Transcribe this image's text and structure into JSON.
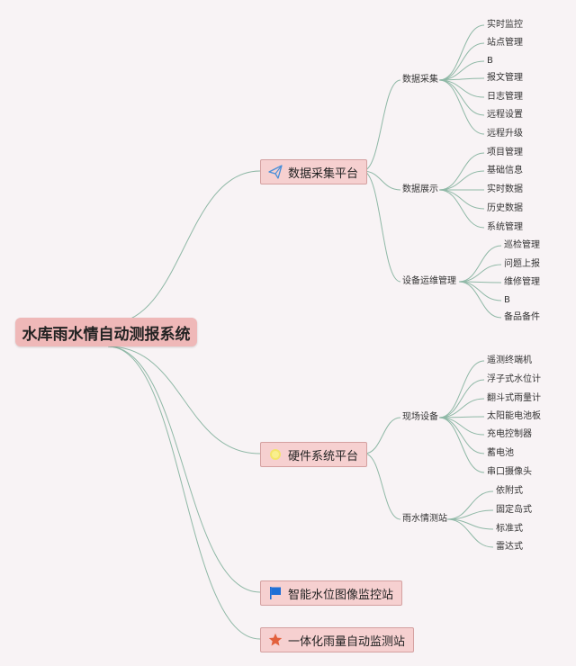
{
  "root": {
    "label": "水库雨水情自动测报系统"
  },
  "platforms": [
    {
      "label": "数据采集平台",
      "icon": "paper-plane-icon",
      "groups": [
        {
          "label": "数据采集",
          "items": [
            "实时监控",
            "站点管理",
            "B",
            "报文管理",
            "日志管理",
            "远程设置",
            "远程升级"
          ]
        },
        {
          "label": "数据展示",
          "items": [
            "项目管理",
            "基础信息",
            "实时数据",
            "历史数据",
            "系统管理"
          ]
        },
        {
          "label": "设备运维管理",
          "items": [
            "巡检管理",
            "问题上报",
            "维修管理",
            "B",
            "备品备件"
          ]
        }
      ]
    },
    {
      "label": "硬件系统平台",
      "icon": "sun-icon",
      "groups": [
        {
          "label": "现场设备",
          "items": [
            "遥测终端机",
            "浮子式水位计",
            "翻斗式雨量计",
            "太阳能电池板",
            "充电控制器",
            "蓄电池",
            "串口摄像头"
          ]
        },
        {
          "label": "雨水情测站",
          "items": [
            "依附式",
            "固定岛式",
            "标准式",
            "雷达式"
          ]
        }
      ]
    },
    {
      "label": "智能水位图像监控站",
      "icon": "blue-flag-icon",
      "groups": []
    },
    {
      "label": "一体化雨量自动监测站",
      "icon": "star-icon",
      "groups": []
    }
  ],
  "colors": {
    "link": "#8fb8a6",
    "root_fill": "#efb8b8",
    "node_fill": "#f6d0d0",
    "background": "#f8f3f5"
  }
}
